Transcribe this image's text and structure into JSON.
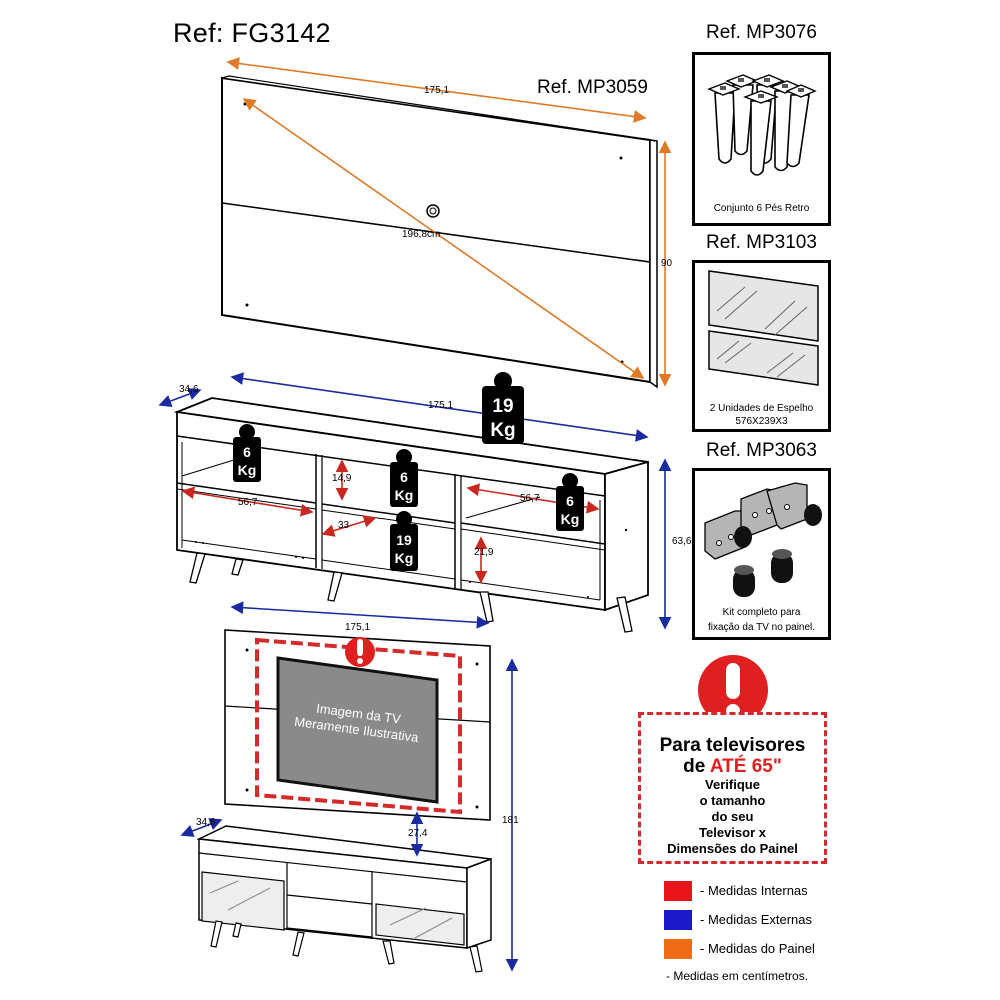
{
  "header": {
    "main_ref": "Ref: FG3142",
    "panel_ref": "Ref. MP3059"
  },
  "panel_dims": {
    "width": "175,1",
    "diagonal": "196,8cm",
    "height": "90"
  },
  "rack_dims": {
    "depth": "34,6",
    "width": "175,1",
    "height": "63,6",
    "left_shelf": "56,7",
    "right_shelf": "56,7",
    "niche_height": "14,9",
    "center_width": "33",
    "lower_height": "21,9"
  },
  "weights": [
    {
      "value": "19",
      "unit": "Kg"
    },
    {
      "value": "6",
      "unit": "Kg"
    },
    {
      "value": "6",
      "unit": "Kg"
    },
    {
      "value": "6",
      "unit": "Kg"
    },
    {
      "value": "19",
      "unit": "Kg"
    }
  ],
  "assembly_dims": {
    "width": "175,1",
    "depth": "34,6",
    "total_height": "181",
    "gap": "27,4"
  },
  "tv_caption": {
    "line1": "Imagem da TV",
    "line2": "Meramente Ilustrativa"
  },
  "accessories": [
    {
      "ref": "Ref. MP3076",
      "caption": "Conjunto 6 Pés Retro"
    },
    {
      "ref": "Ref. MP3103",
      "caption_line1": "2 Unidades de Espelho",
      "caption_line2": "576X239X3"
    },
    {
      "ref": "Ref. MP3063",
      "caption_line1": "Kit completo para",
      "caption_line2": "fixação da TV no painel."
    }
  ],
  "warning": {
    "line1": "Para televisores",
    "line2_prefix": "de ",
    "line2_red": "ATÉ 65\"",
    "line3": "Verifique",
    "line4": "o tamanho",
    "line5": "do seu",
    "line6": "Televisor x",
    "line7": "Dimensões do Painel"
  },
  "legend": [
    {
      "label": "- Medidas Internas",
      "color": "#e8161b"
    },
    {
      "label": "- Medidas Externas",
      "color": "#1b19c9"
    },
    {
      "label": "- Medidas do Painel",
      "color": "#ef6b14"
    }
  ],
  "footnote": "- Medidas em centímetros.",
  "colors": {
    "orange": "#e07a26",
    "blue": "#1a2aa0",
    "red": "#c8281f",
    "warn_red": "#d42a2a"
  }
}
